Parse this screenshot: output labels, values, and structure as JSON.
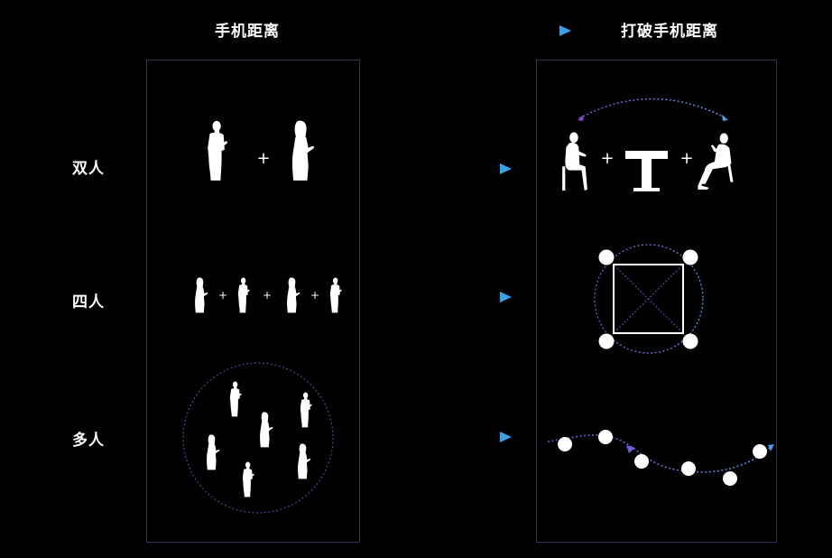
{
  "header": {
    "left_title": "手机距离",
    "right_title": "打破手机距离"
  },
  "rows": [
    {
      "label": "双人"
    },
    {
      "label": "四人"
    },
    {
      "label": "多人"
    }
  ],
  "colors": {
    "background": "#000000",
    "panel_border": "#2c3650",
    "arrow_start": "#6a3aa8",
    "arrow_end": "#3aa0e8",
    "dotted_path": "#5a6adc",
    "figure": "#ffffff"
  },
  "icons": [
    "person-phone-icon",
    "seated-person-icon",
    "table-icon",
    "seat-dot-icon",
    "plus-icon",
    "arrow-right-icon"
  ]
}
